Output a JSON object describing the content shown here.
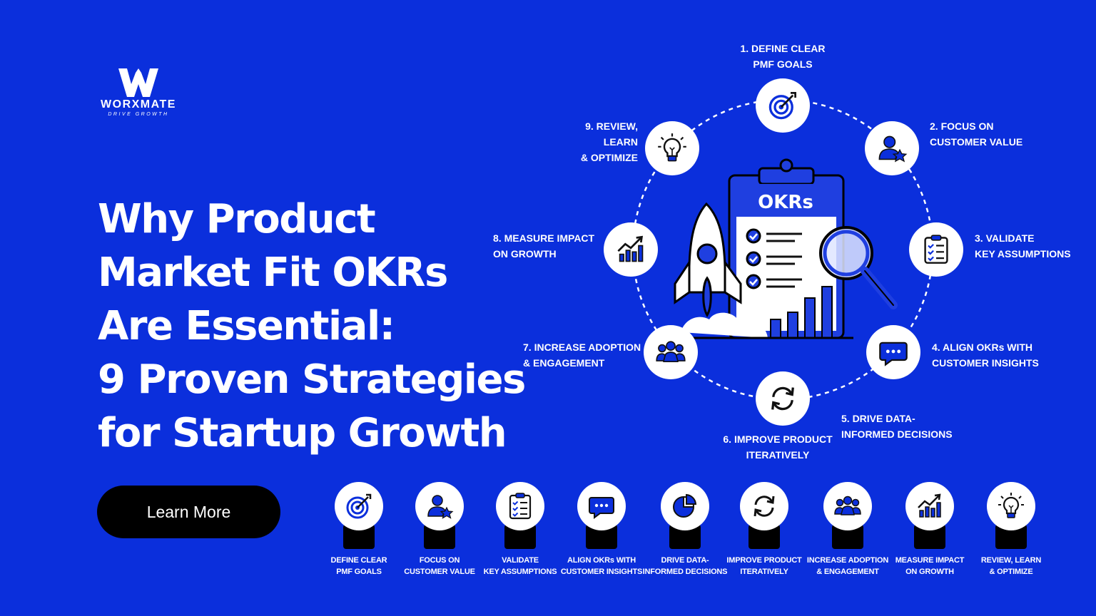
{
  "brand": {
    "name": "WORXMATE",
    "tagline": "DRIVE GROWTH"
  },
  "headline": {
    "lines": [
      "Why Product",
      "Market Fit OKRs",
      "Are Essential:",
      "9 Proven Strategies",
      "for Startup Growth"
    ]
  },
  "cta": {
    "label": "Learn More"
  },
  "clipboard_title": "OKRs",
  "colors": {
    "background": "#0b2fdc",
    "accent": "#1f3fe0",
    "button": "#000000"
  },
  "steps": [
    {
      "label": "1. DEFINE CLEAR\nPMF GOALS",
      "icon": "target-icon"
    },
    {
      "label": "2. FOCUS ON\nCUSTOMER VALUE",
      "icon": "user-star-icon"
    },
    {
      "label": "3. VALIDATE\nKEY ASSUMPTIONS",
      "icon": "checklist-icon"
    },
    {
      "label": "4. ALIGN OKRs WITH\nCUSTOMER INSIGHTS",
      "icon": "chat-icon"
    },
    {
      "label": "5. DRIVE DATA-\nINFORMED DECISIONS",
      "icon": "pie-chart-icon"
    },
    {
      "label": "6. IMPROVE PRODUCT\nITERATIVELY",
      "icon": "refresh-icon"
    },
    {
      "label": "7. INCREASE ADOPTION\n& ENGAGEMENT",
      "icon": "group-icon"
    },
    {
      "label": "8. MEASURE IMPACT\nON GROWTH",
      "icon": "growth-chart-icon"
    },
    {
      "label": "9. REVIEW, LEARN\n& OPTIMIZE",
      "icon": "lightbulb-icon"
    }
  ],
  "bottom_items": [
    {
      "label": "DEFINE CLEAR\nPMF GOALS",
      "icon": "target-icon"
    },
    {
      "label": "FOCUS ON\nCUSTOMER VALUE",
      "icon": "user-star-icon"
    },
    {
      "label": "VALIDATE\nKEY ASSUMPTIONS",
      "icon": "checklist-icon"
    },
    {
      "label": "ALIGN OKRs WITH\nCUSTOMER INSIGHTS",
      "icon": "chat-icon"
    },
    {
      "label": "DRIVE DATA-\nINFORMED DECISIONS",
      "icon": "pie-chart-icon"
    },
    {
      "label": "IMPROVE PRODUCT\nITERATIVELY",
      "icon": "refresh-icon"
    },
    {
      "label": "INCREASE ADOPTION\n& ENGAGEMENT",
      "icon": "group-icon"
    },
    {
      "label": "MEASURE IMPACT\nON GROWTH",
      "icon": "growth-chart-icon"
    },
    {
      "label": "REVIEW, LEARN\n& OPTIMIZE",
      "icon": "lightbulb-icon"
    }
  ]
}
